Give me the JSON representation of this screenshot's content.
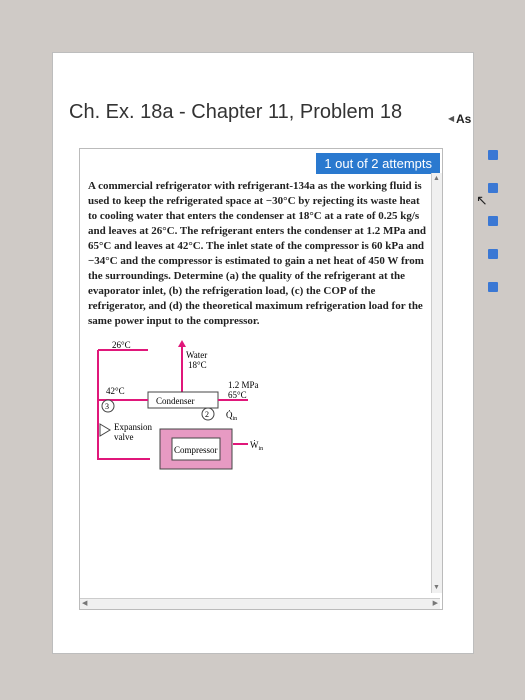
{
  "page": {
    "title": "Ch. Ex. 18a - Chapter 11, Problem 18",
    "attempts": "1 out of 2 attempts",
    "side_label": "As"
  },
  "problem": {
    "text": "A commercial refrigerator with refrigerant-134a as the working fluid is used to keep the refrigerated space at −30°C by rejecting its waste heat to cooling water that enters the condenser at 18°C at a rate of 0.25 kg/s and leaves at 26°C. The refrigerant enters the condenser at 1.2 MPa and 65°C and leaves at 42°C. The inlet state of the compressor is 60 kPa and −34°C and the compressor is estimated to gain a net heat of 450 W from the surroundings. Determine (a) the quality of the refrigerant at the evaporator inlet, (b) the refrigeration load, (c) the COP of the refrigerator, and (d) the theoretical maximum refrigeration load for the same power input to the compressor."
  },
  "diagram": {
    "water_out_temp": "26°C",
    "water_label": "Water",
    "water_in_temp": "18°C",
    "temp_42": "42°C",
    "state3": "3",
    "state2": "2",
    "condenser": "Condenser",
    "pressure": "1.2 MPa",
    "temp_65": "65°C",
    "q_in": "Q̇",
    "q_in_sub": "in",
    "expansion_1": "Expansion",
    "expansion_2": "valve",
    "compressor": "Compressor",
    "w_in": "Ẇ",
    "w_in_sub": "in"
  },
  "colors": {
    "pipe": "#e0177a",
    "compressor_fill": "#e79ac3",
    "attempts_bg": "#2a79cf",
    "accent_blue": "#3b78d4"
  }
}
